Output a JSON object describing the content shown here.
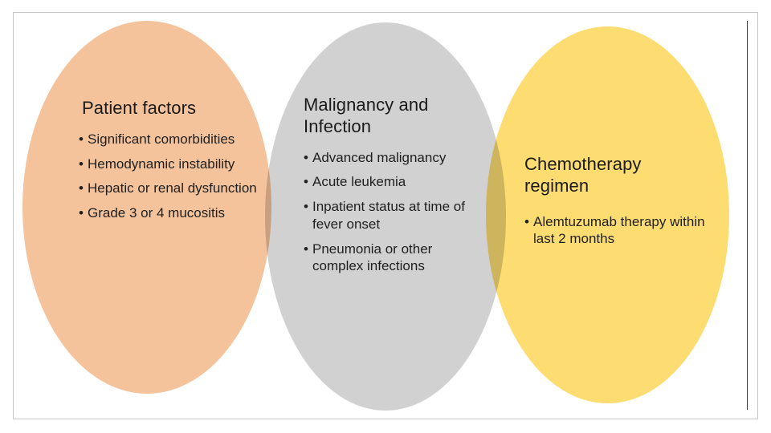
{
  "diagram": {
    "type": "venn-3-ellipse",
    "background_color": "#ffffff",
    "frame_color": "#c9c9c9",
    "rule_color": "#3c3c3c",
    "bullet_glyph": "•",
    "groups": [
      {
        "id": "patient-factors",
        "title": "Patient factors",
        "color": "#F5C39B",
        "items": [
          "Significant comorbidities",
          "Hemodynamic instability",
          "Hepatic or renal dysfunction",
          "Grade 3 or 4 mucositis"
        ]
      },
      {
        "id": "malignancy-and-infection",
        "title": "Malignancy and Infection",
        "color": "#D1D1D1",
        "items": [
          "Advanced malignancy",
          "Acute leukemia",
          "Inpatient status at time of fever onset",
          "Pneumonia or other complex infections"
        ]
      },
      {
        "id": "chemotherapy-regimen",
        "title": "Chemotherapy regimen",
        "color": "#FDDC72",
        "items": [
          "Alemtuzumab therapy within last 2 months"
        ]
      }
    ],
    "overlaps": [
      {
        "between": [
          "patient-factors",
          "malignancy-and-infection"
        ],
        "color": "#D4B5A0"
      },
      {
        "between": [
          "malignancy-and-infection",
          "chemotherapy-regimen"
        ],
        "color": "#E3C368"
      }
    ]
  }
}
